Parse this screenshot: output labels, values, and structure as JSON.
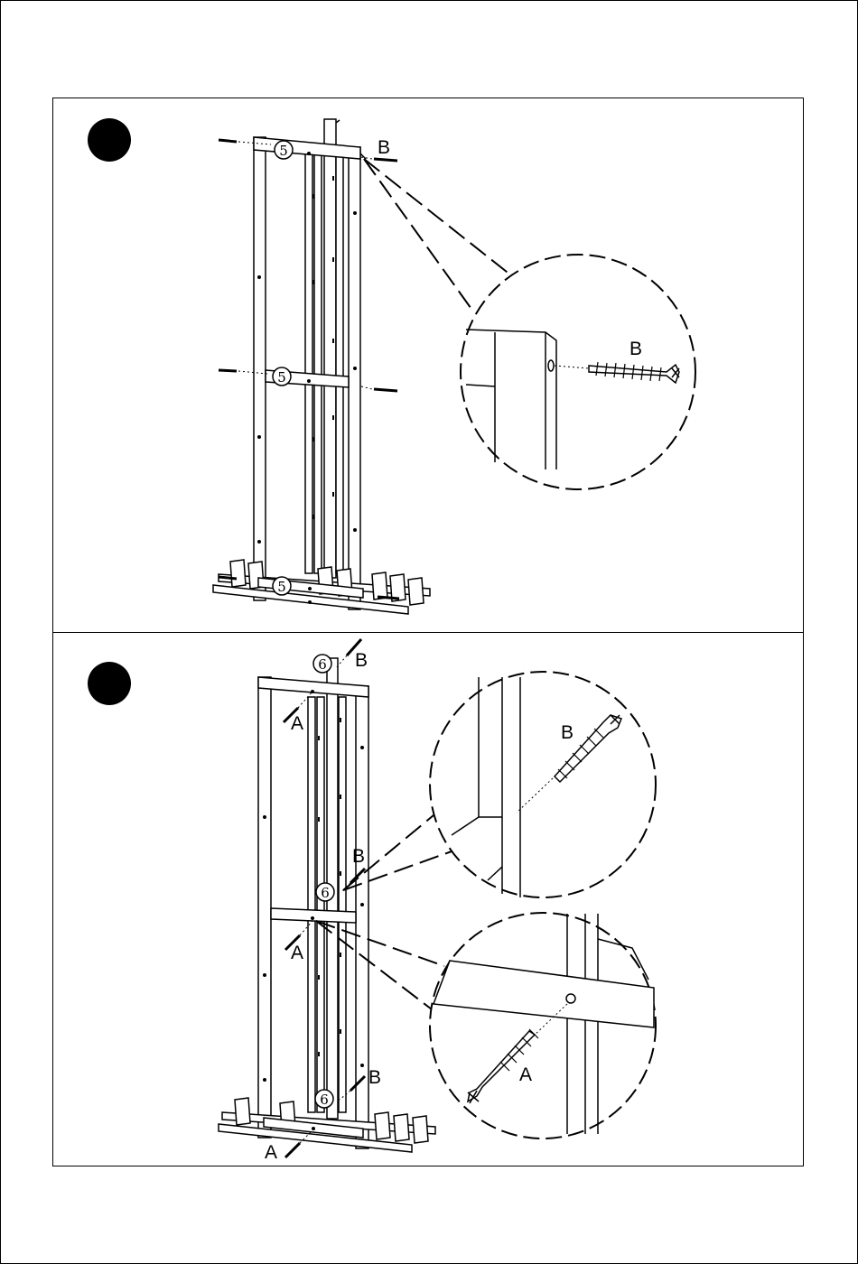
{
  "steps": [
    {
      "part_number": "5",
      "screw_labels": {
        "b_top": "B",
        "b_zoom": "B"
      }
    },
    {
      "part_number": "6",
      "screw_labels": {
        "b_top": "B",
        "a_top": "A",
        "b_mid": "B",
        "a_mid": "A",
        "b_bottom": "B",
        "a_bottom": "A",
        "b_zoom": "B",
        "a_zoom": "A"
      }
    }
  ],
  "colors": {
    "line": "#000000",
    "background": "#ffffff",
    "badge": "#000000"
  }
}
